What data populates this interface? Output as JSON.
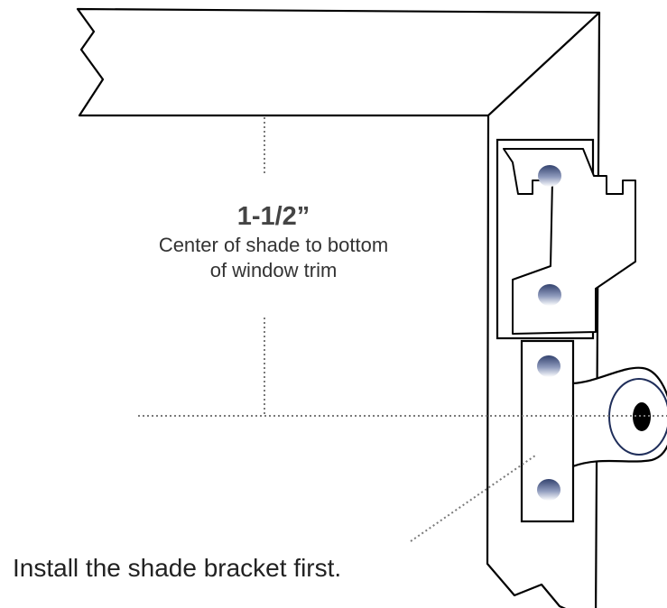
{
  "measurement": {
    "value": "1-1/2”",
    "description_line1": "Center of shade to bottom",
    "description_line2": "of window trim"
  },
  "caption": "Install the shade bracket first.",
  "colors": {
    "outline": "#000000",
    "screw_dark": "#3a4a78",
    "screw_light": "#ffffff",
    "roller_ring": "#1f2e5a",
    "guide_line": "#7a7a7a"
  },
  "icons": {
    "screw": "screw-head-icon",
    "roller_pin": "roller-pin-icon"
  }
}
